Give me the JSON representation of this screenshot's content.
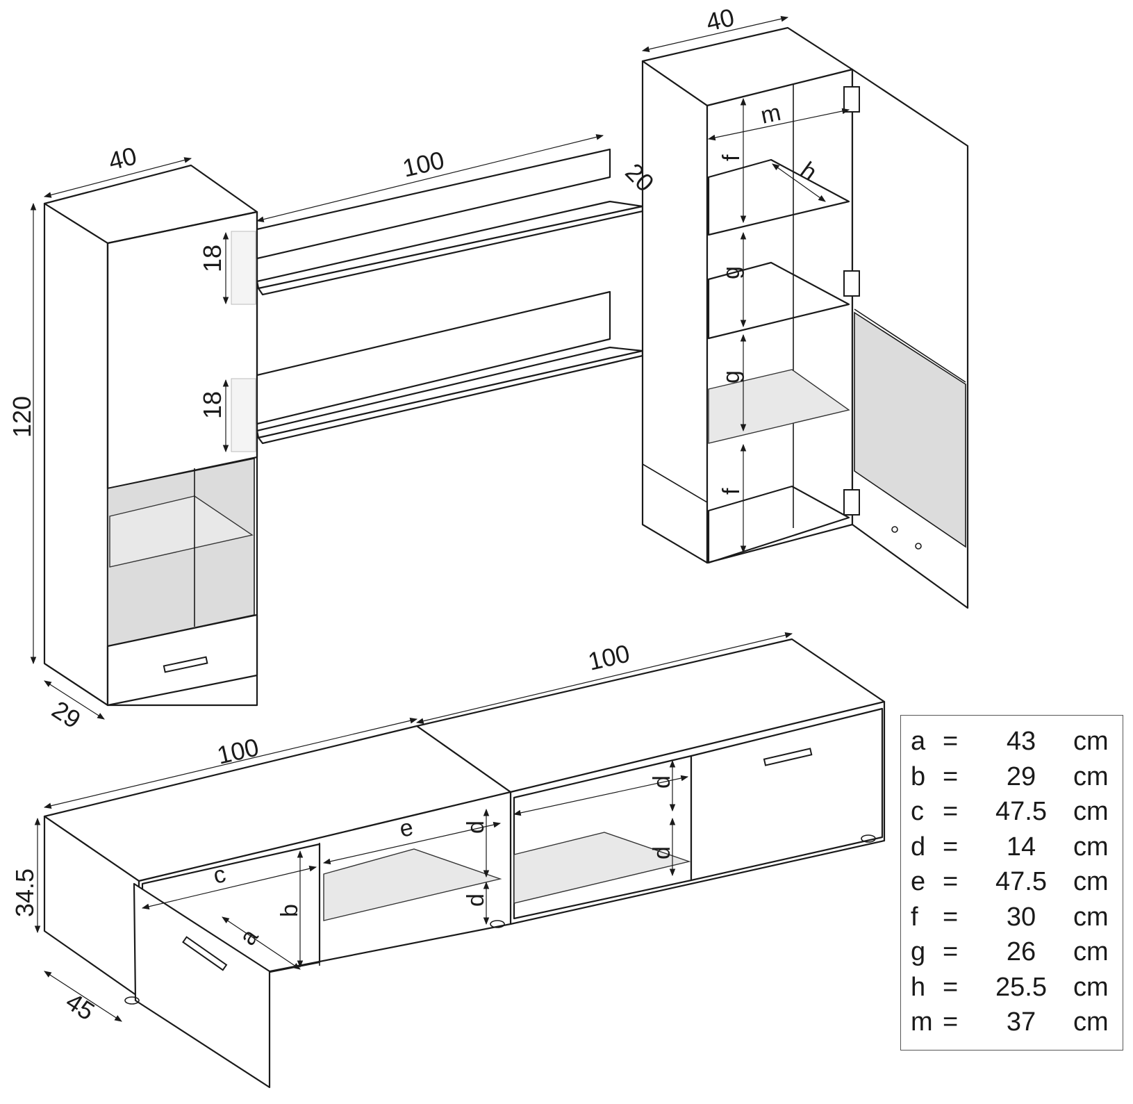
{
  "dimensions": {
    "left_cabinet_width": "40",
    "left_cabinet_height": "120",
    "left_cabinet_depth": "29",
    "shelf_width": "100",
    "shelf_depth": "20",
    "shelf_upper_height": "18",
    "shelf_lower_height": "18",
    "right_cabinet_width": "40",
    "tv_top_right_width": "100",
    "tv_top_left_width": "100",
    "tv_height": "34.5",
    "tv_depth": "45"
  },
  "interior_labels": {
    "m": "m",
    "h": "h",
    "f_top": "f",
    "g_upper": "g",
    "g_lower": "g",
    "f_bottom": "f",
    "e": "e",
    "c": "c",
    "b": "b",
    "a": "a",
    "d1": "d",
    "d2": "d",
    "d3": "d",
    "d4": "d"
  },
  "legend": [
    {
      "letter": "a",
      "eq": "=",
      "value": "43",
      "unit": "cm"
    },
    {
      "letter": "b",
      "eq": "=",
      "value": "29",
      "unit": "cm"
    },
    {
      "letter": "c",
      "eq": "=",
      "value": "47.5",
      "unit": "cm"
    },
    {
      "letter": "d",
      "eq": "=",
      "value": "14",
      "unit": "cm"
    },
    {
      "letter": "e",
      "eq": "=",
      "value": "47.5",
      "unit": "cm"
    },
    {
      "letter": "f",
      "eq": "=",
      "value": "30",
      "unit": "cm"
    },
    {
      "letter": "g",
      "eq": "=",
      "value": "26",
      "unit": "cm"
    },
    {
      "letter": "h",
      "eq": "=",
      "value": "25.5",
      "unit": "cm"
    },
    {
      "letter": "m",
      "eq": "=",
      "value": "37",
      "unit": "cm"
    }
  ]
}
